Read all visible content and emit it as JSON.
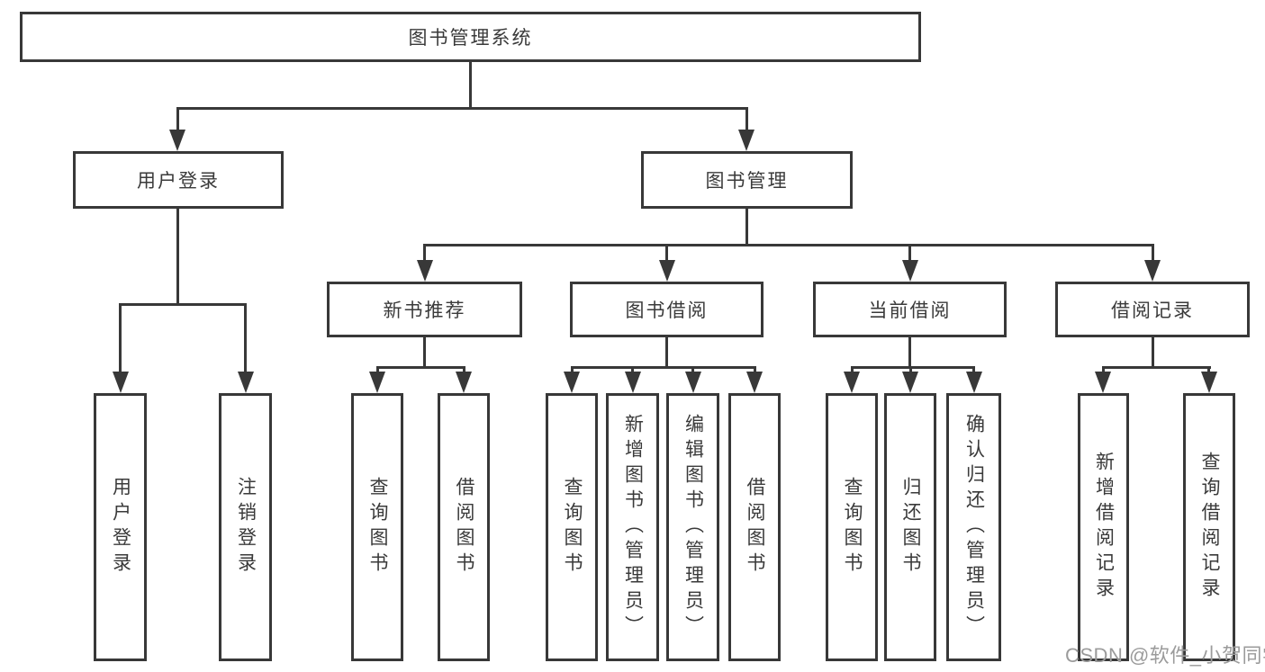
{
  "watermark": "CSDN @软件_小贺同学",
  "colors": {
    "line": "#383838",
    "text": "#3a3a3a",
    "watermark": "#9b9b9b",
    "background": "#ffffff"
  },
  "tree": {
    "label": "图书管理系统",
    "children": [
      {
        "label": "用户登录",
        "children": [
          {
            "label": "用户登录"
          },
          {
            "label": "注销登录"
          }
        ]
      },
      {
        "label": "图书管理",
        "children": [
          {
            "label": "新书推荐",
            "children": [
              {
                "label": "查询图书"
              },
              {
                "label": "借阅图书"
              }
            ]
          },
          {
            "label": "图书借阅",
            "children": [
              {
                "label": "查询图书"
              },
              {
                "label": "新增图书（管理员）"
              },
              {
                "label": "编辑图书（管理员）"
              },
              {
                "label": "借阅图书"
              }
            ]
          },
          {
            "label": "当前借阅",
            "children": [
              {
                "label": "查询图书"
              },
              {
                "label": "归还图书"
              },
              {
                "label": "确认归还（管理员）"
              }
            ]
          },
          {
            "label": "借阅记录",
            "children": [
              {
                "label": "新增借阅记录"
              },
              {
                "label": "查询借阅记录"
              }
            ]
          }
        ]
      }
    ]
  }
}
